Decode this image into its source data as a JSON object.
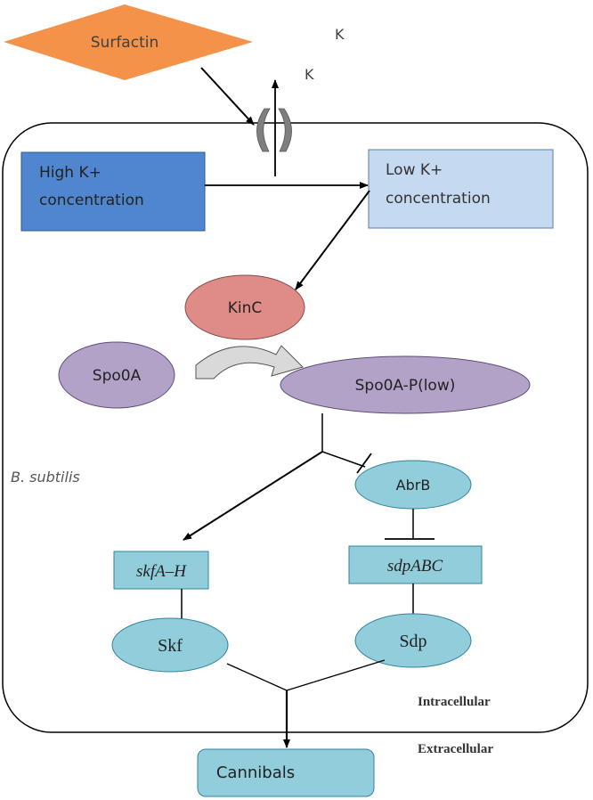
{
  "nodes": {
    "surfactin": "Surfactin",
    "k_ion_1": "K",
    "k_ion_2": "K",
    "high_k_line1": "High  K+",
    "high_k_line2": "concentration",
    "low_k_line1": "Low  K+",
    "low_k_line2": "concentration",
    "kinc": "KinC",
    "spo0a": "Spo0A",
    "spo0a_p": "Spo0A-P(low)",
    "organism": "B. subtilis",
    "abrb": "AbrB",
    "skfah": "skfA–H",
    "sdpabc": "sdpABC",
    "skf": "Skf",
    "sdp": "Sdp",
    "intracellular": "Intracellular",
    "extracellular": "Extracellular",
    "cannibals": "Cannibals"
  },
  "colors": {
    "surfactin": "#f4924a",
    "high_k": "#4f86cf",
    "low_k": "#c5d9f1",
    "kinc": "#df8c89",
    "spo0a": "#b3a2c7",
    "teal": "#92cddc",
    "line": "#000000",
    "channel": "#7f7f7f"
  }
}
